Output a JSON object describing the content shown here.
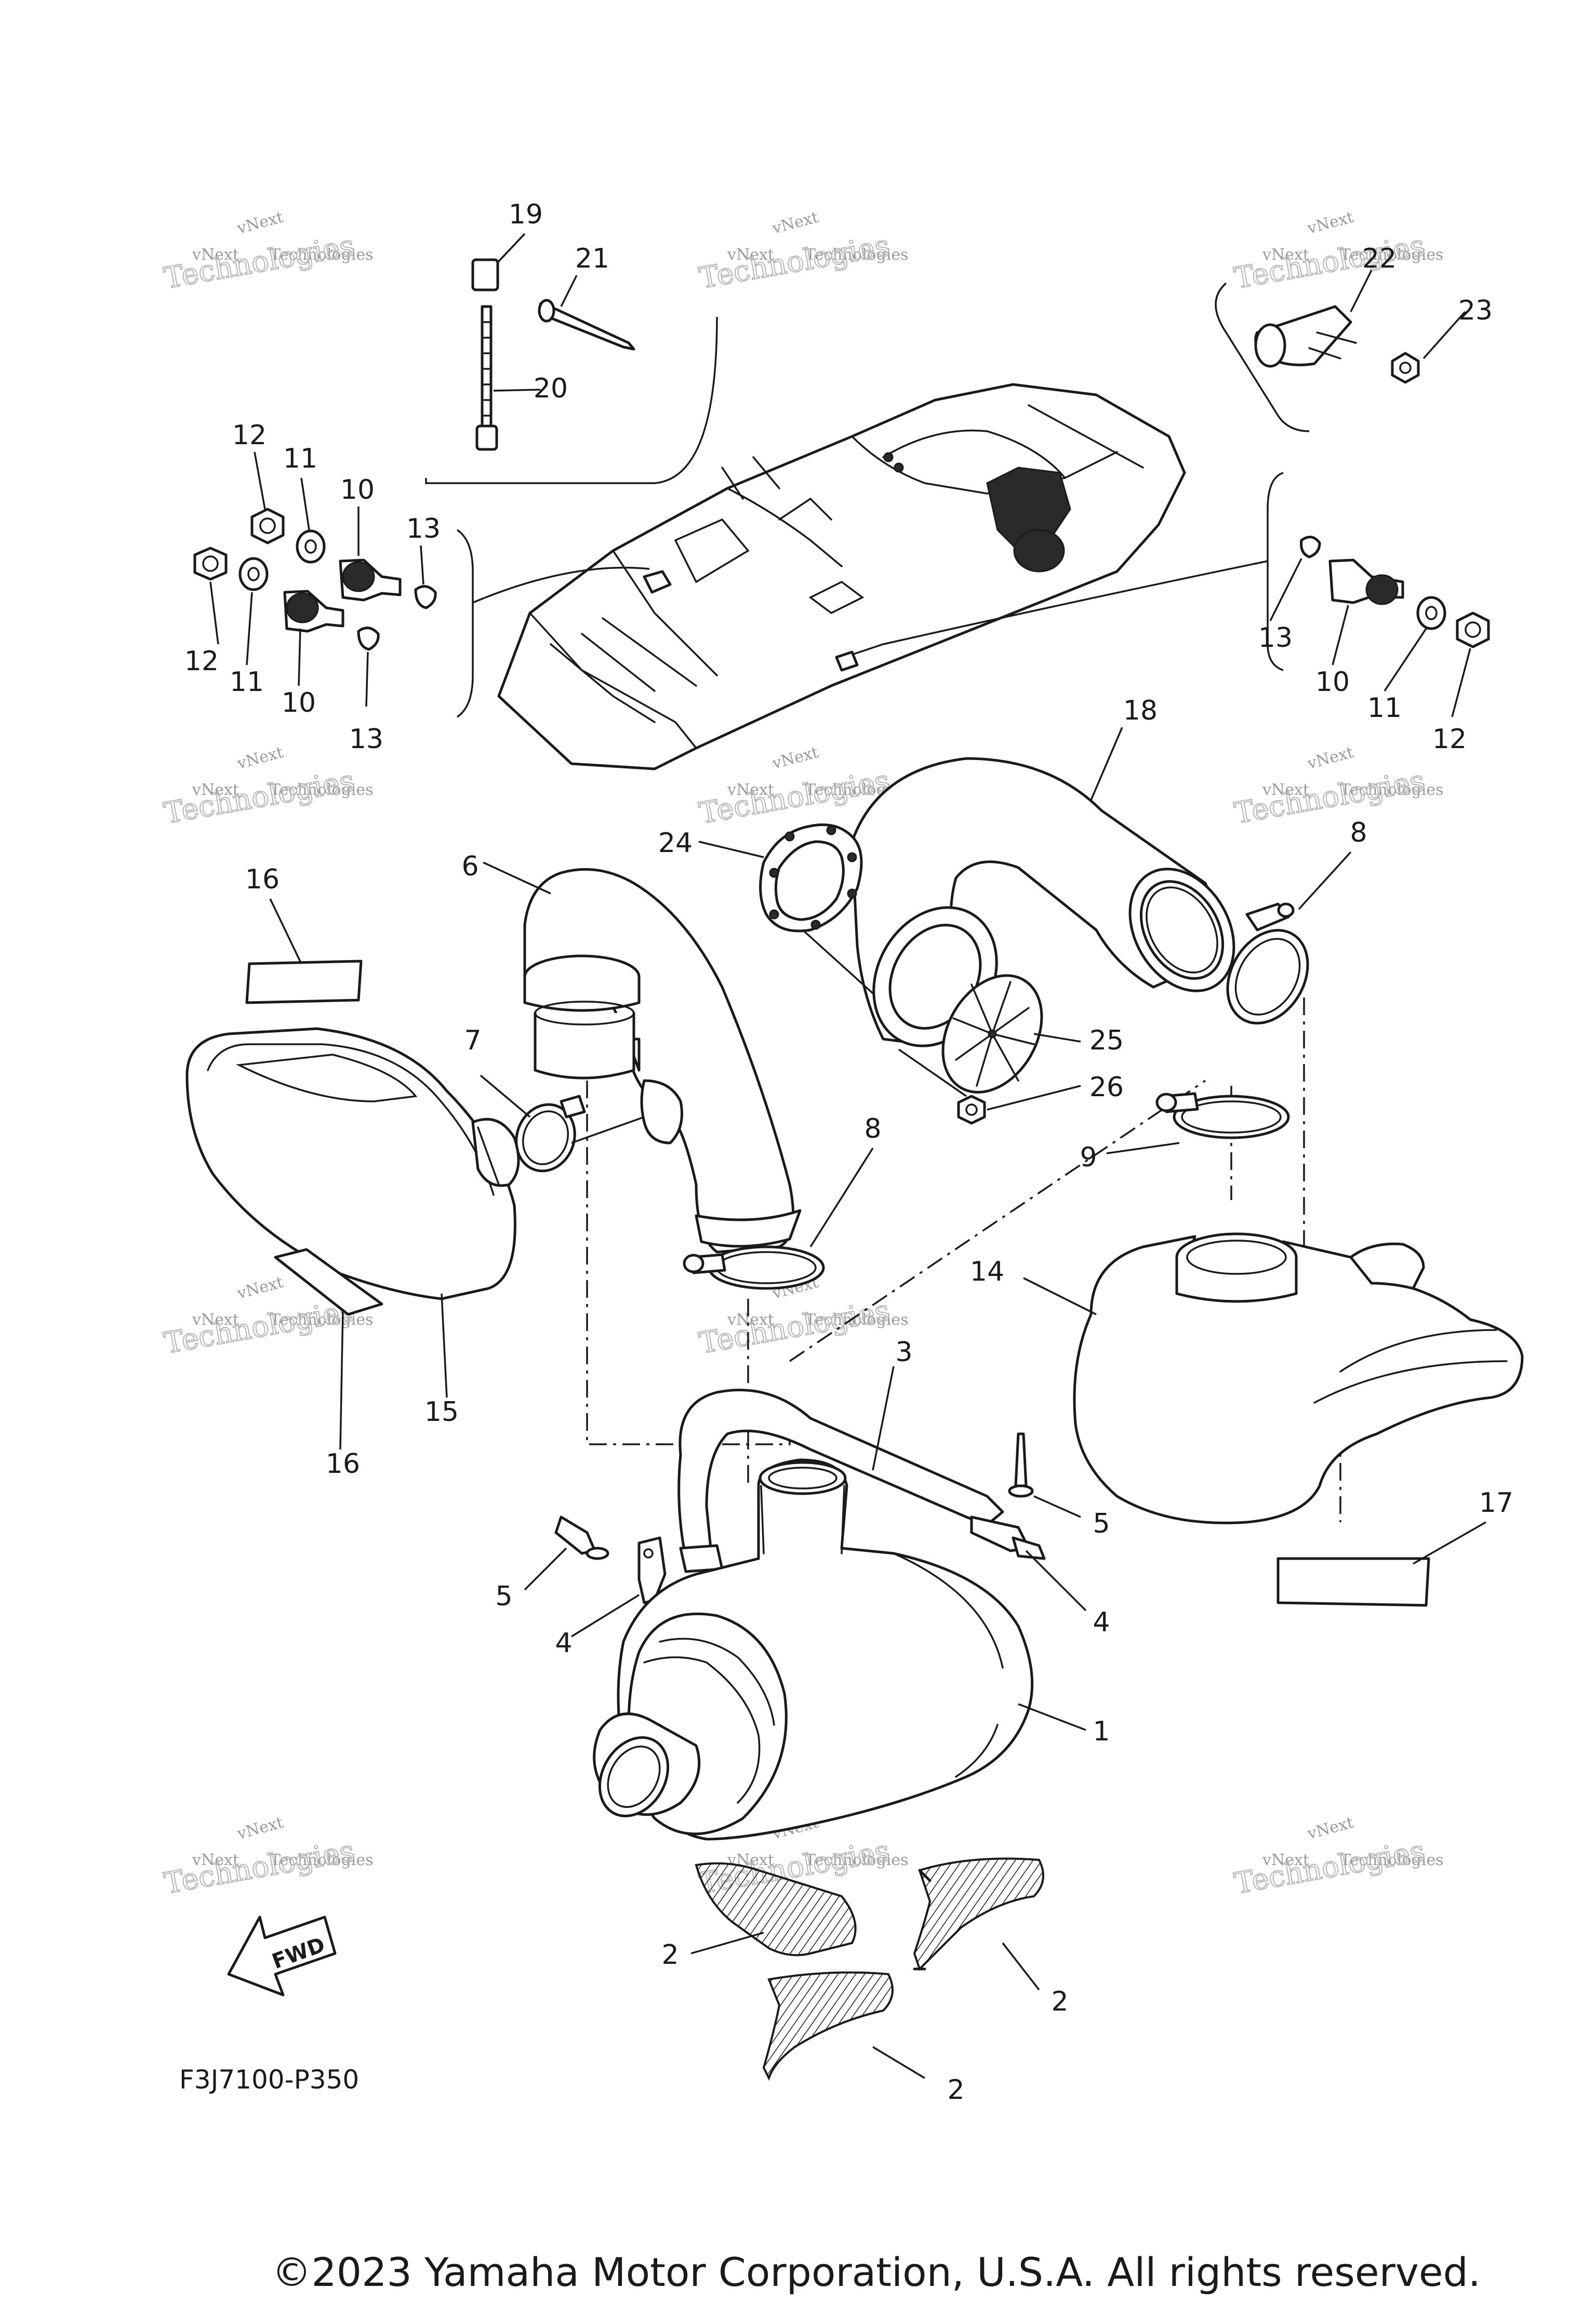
{
  "diagram_code": "F3J7100-P350",
  "copyright": "©2023 Yamaha Motor Corporation, U.S.A. All rights reserved.",
  "fwd_label": "FWD",
  "watermark": {
    "line1": "vNext",
    "line2": "Technologies",
    "big": "Technologies"
  },
  "callouts": [
    "19",
    "21",
    "20",
    "22",
    "23",
    "12",
    "11",
    "10",
    "13",
    "12",
    "11",
    "10",
    "13",
    "13",
    "10",
    "11",
    "12",
    "18",
    "24",
    "16",
    "6",
    "8",
    "7",
    "25",
    "26",
    "9",
    "8",
    "14",
    "15",
    "16",
    "3",
    "5",
    "17",
    "5",
    "4",
    "4",
    "1",
    "2",
    "2",
    "2"
  ],
  "colors": {
    "line": "#1a1a1a",
    "watermark": "#9a9a9a",
    "background": "#ffffff"
  }
}
